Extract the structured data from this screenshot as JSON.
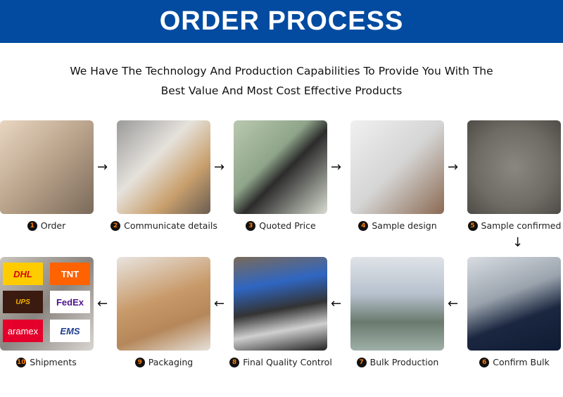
{
  "header": {
    "title": "ORDER PROCESS",
    "color": "#024ba0"
  },
  "subtitle": {
    "line1": "We Have The Technology And Production Capabilities To Provide You With The",
    "line2": "Best Value And Most Cost Effective Products"
  },
  "steps": [
    {
      "num": "1",
      "label": "Order"
    },
    {
      "num": "2",
      "label": "Communicate details"
    },
    {
      "num": "3",
      "label": "Quoted Price"
    },
    {
      "num": "4",
      "label": "Sample design"
    },
    {
      "num": "5",
      "label": "Sample confirmed"
    },
    {
      "num": "6",
      "label": "Confirm Bulk"
    },
    {
      "num": "7",
      "label": "Bulk Production"
    },
    {
      "num": "8",
      "label": "Final Quality Control"
    },
    {
      "num": "9",
      "label": "Packaging"
    },
    {
      "num": "10",
      "label": "Shipments"
    }
  ],
  "carriers": [
    "DHL",
    "TNT",
    "UPS",
    "FedEx",
    "aramex",
    "EMS"
  ],
  "arrows": {
    "right": "→",
    "left": "←",
    "down": "↓"
  }
}
